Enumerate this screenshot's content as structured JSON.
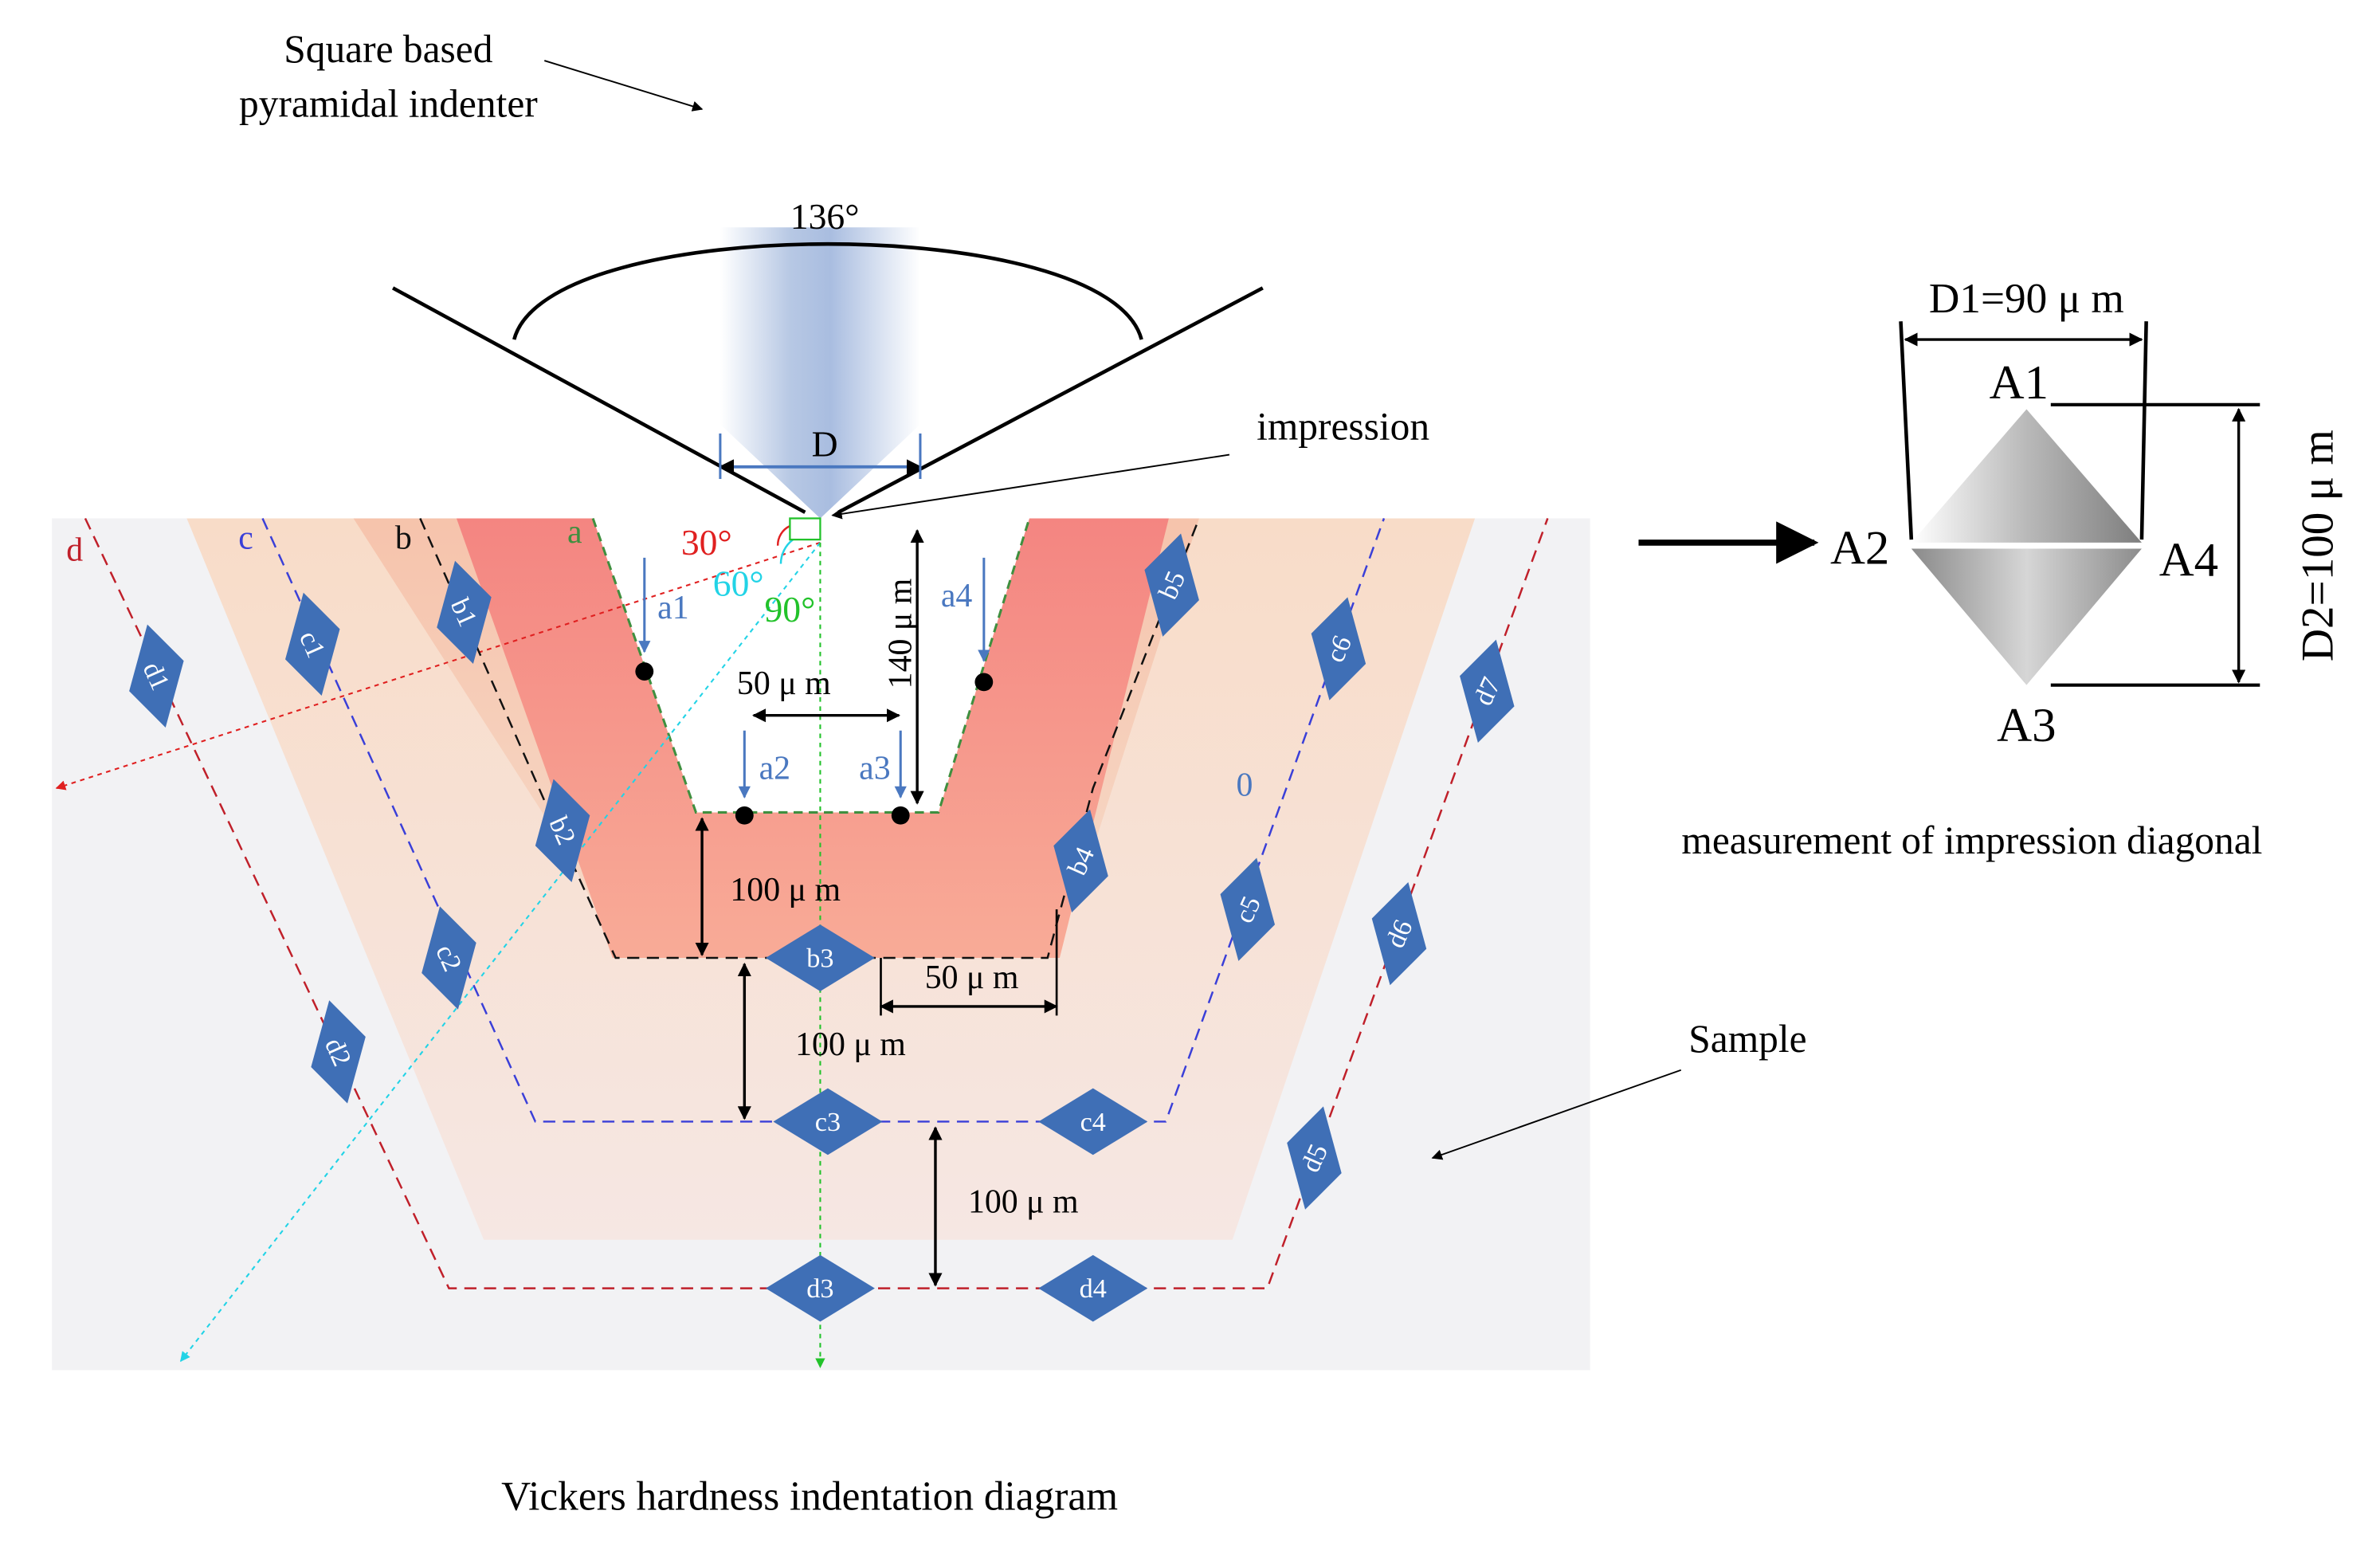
{
  "indenter": {
    "caption_line1": "Square based",
    "caption_line2": "pyramidal indenter",
    "angle_label": "136°",
    "width_label": "D"
  },
  "labels": {
    "impression": "impression",
    "sample": "Sample",
    "angle_30": "30°",
    "angle_60": "60°",
    "angle_90": "90°",
    "zero": "0",
    "main_caption": "Vickers hardness indentation diagram",
    "right_caption": "measurement of impression diagonal"
  },
  "zones": {
    "a": "a",
    "b": "b",
    "c": "c",
    "d": "d"
  },
  "points": {
    "a1": "a1",
    "a2": "a2",
    "a3": "a3",
    "a4": "a4",
    "b1": "b1",
    "b2": "b2",
    "b3": "b3",
    "b4": "b4",
    "b5": "b5",
    "c1": "c1",
    "c2": "c2",
    "c3": "c3",
    "c4": "c4",
    "c5": "c5",
    "c6": "c6",
    "d1": "d1",
    "d2": "d2",
    "d3": "d3",
    "d4": "d4",
    "d5": "d5",
    "d6": "d6",
    "d7": "d7"
  },
  "dimensions": {
    "depth_140": "140 μ m",
    "width_50_top": "50 μ m",
    "depth_100_a": "100 μ m",
    "width_50_bottom": "50 μ m",
    "depth_100_b": "100 μ m",
    "depth_100_c": "100 μ m"
  },
  "impression_view": {
    "d1": "D1=90 μ m",
    "d2": "D2=100 μ m",
    "A1": "A1",
    "A2": "A2",
    "A3": "A3",
    "A4": "A4"
  },
  "colors": {
    "zone_a": "#f38a84",
    "zone_b": "#f7c7b2",
    "zone_c": "#f8ddc9",
    "sample_bg": "#f2f2f4",
    "marker": "#3f6fb6",
    "line_red": "#c0202a",
    "line_blue": "#3a3fd8",
    "ray_cyan": "#22d3e6",
    "ray_green": "#22c22a"
  }
}
